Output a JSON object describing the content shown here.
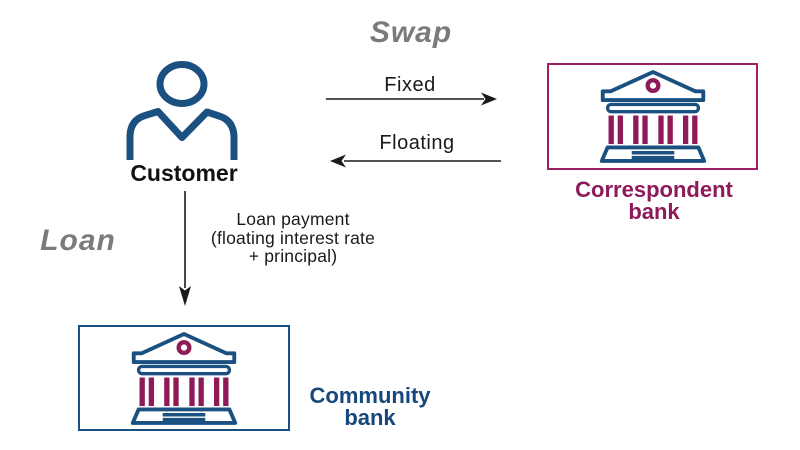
{
  "colors": {
    "blue": "#1B5180",
    "maroon": "#8E1A58",
    "maroon_border": "#9E1F63",
    "maroon_label": "#8E195B",
    "blue_label": "#17477C",
    "gray_label": "#7B7B7B",
    "arrow_black": "#1A1A1A"
  },
  "section_labels": {
    "swap": "Swap",
    "loan": "Loan"
  },
  "nodes": {
    "customer": {
      "label": "Customer",
      "icon": "person-icon"
    },
    "correspondent_bank": {
      "label_line1": "Correspondent",
      "label_line2": "bank",
      "icon": "bank-icon"
    },
    "community_bank": {
      "label_line1": "Community",
      "label_line2": "bank",
      "icon": "bank-icon"
    }
  },
  "edges": {
    "fixed": {
      "label": "Fixed",
      "from": "Customer",
      "to": "Correspondent bank",
      "direction": "right"
    },
    "floating": {
      "label": "Floating",
      "from": "Correspondent bank",
      "to": "Customer",
      "direction": "left"
    },
    "loan_payment": {
      "label_line1": "Loan payment",
      "label_line2": "(floating interest rate",
      "label_line3": "+ principal)",
      "from": "Customer",
      "to": "Community bank",
      "direction": "down"
    }
  }
}
